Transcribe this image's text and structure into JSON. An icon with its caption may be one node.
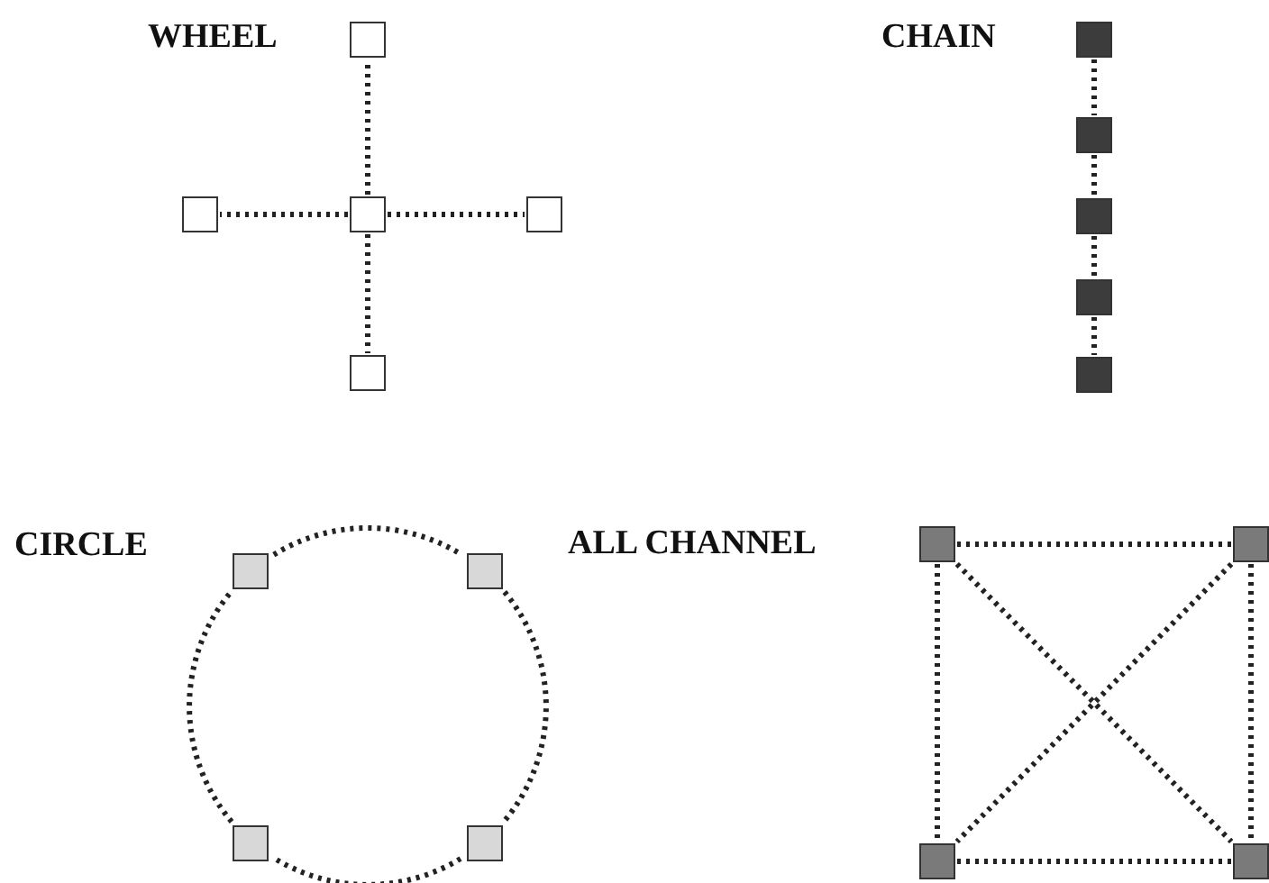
{
  "diagram": {
    "nodes": [
      {
        "text": [],
        "shape": "box"
      },
      {
        "text": [],
        "shape": "box"
      },
      {
        "text": [],
        "shape": "box"
      },
      {
        "text": [],
        "shape": "box"
      },
      {
        "text": [],
        "shape": "box"
      },
      {
        "text": [],
        "shape": "box"
      },
      {
        "text": [],
        "shape": "box"
      },
      {
        "text": [],
        "shape": "box"
      },
      {
        "text": [],
        "shape": "box"
      },
      {
        "text": [],
        "shape": "box"
      },
      {
        "text": [],
        "shape": "box"
      },
      {
        "text": [],
        "shape": "box"
      },
      {
        "text": [],
        "shape": "box"
      },
      {
        "text": [],
        "shape": "box"
      },
      {
        "text": [],
        "shape": "box"
      },
      {
        "text": [],
        "shape": "box"
      },
      {
        "text": [],
        "shape": "box"
      },
      {
        "text": [],
        "shape": "box"
      }
    ],
    "edges": [
      {
        "from": 2,
        "to": 0,
        "arrow": "none"
      },
      {
        "from": 2,
        "to": 1,
        "arrow": "none"
      },
      {
        "from": 2,
        "to": 3,
        "arrow": "none"
      },
      {
        "from": 2,
        "to": 4,
        "arrow": "none"
      },
      {
        "from": 5,
        "to": 6,
        "arrow": "none"
      },
      {
        "from": 6,
        "to": 7,
        "arrow": "none"
      },
      {
        "from": 7,
        "to": 8,
        "arrow": "none"
      },
      {
        "from": 8,
        "to": 9,
        "arrow": "none"
      },
      {
        "from": 10,
        "to": 11,
        "arrow": "none"
      },
      {
        "from": 11,
        "to": 13,
        "arrow": "none"
      },
      {
        "from": 13,
        "to": 12,
        "arrow": "none"
      },
      {
        "from": 12,
        "to": 10,
        "arrow": "none"
      },
      {
        "from": 14,
        "to": 15,
        "arrow": "none"
      },
      {
        "from": 14,
        "to": 16,
        "arrow": "none"
      },
      {
        "from": 14,
        "to": 17,
        "arrow": "none"
      },
      {
        "from": 15,
        "to": 16,
        "arrow": "none"
      },
      {
        "from": 15,
        "to": 17,
        "arrow": "none"
      },
      {
        "from": 16,
        "to": 17,
        "arrow": "none"
      }
    ],
    "labels": [
      "WHEEL",
      "CHAIN",
      "CIRCLE",
      "ALL CHANNEL"
    ]
  }
}
